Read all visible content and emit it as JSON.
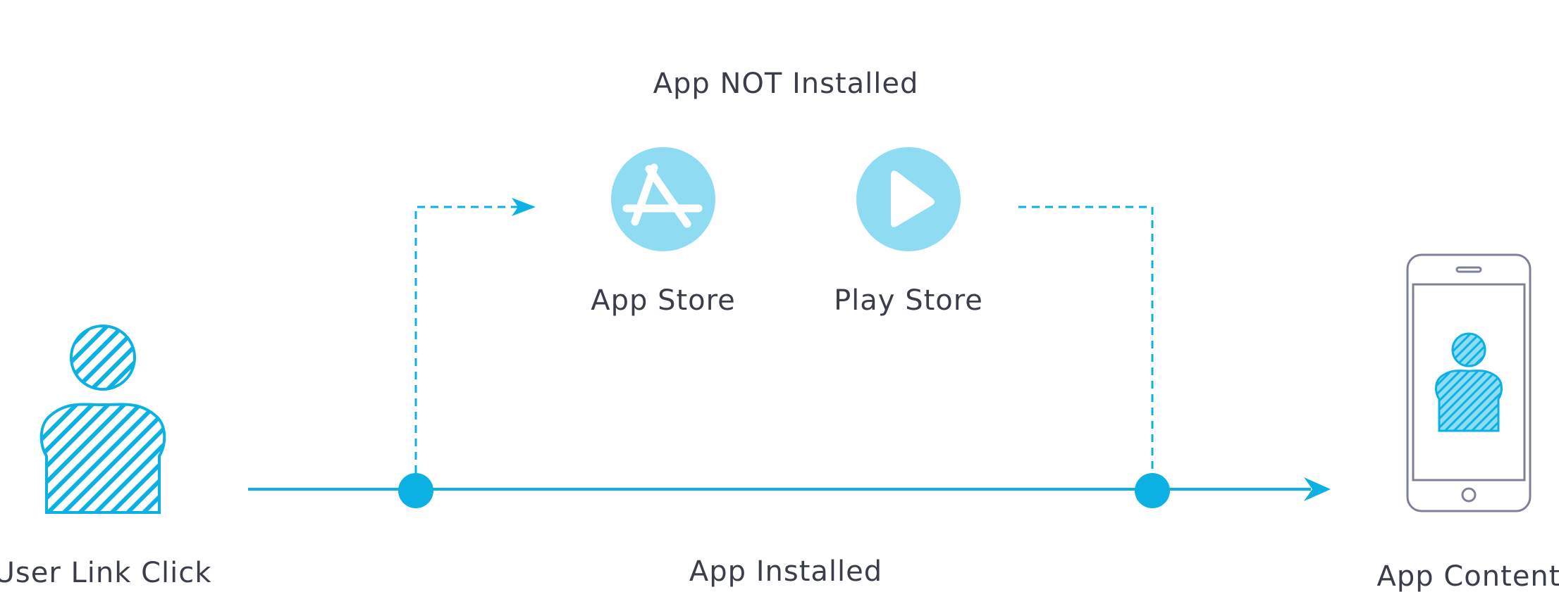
{
  "labels": {
    "app_not_installed": "App NOT Installed",
    "app_store": "App Store",
    "play_store": "Play Store",
    "user_link_click": "User Link Click",
    "app_installed": "App Installed",
    "app_content": "App Content"
  },
  "icons": {
    "user": "user-icon",
    "app_store": "app-store-icon",
    "play_store": "play-store-icon",
    "phone": "phone-icon"
  },
  "colors": {
    "accent": "#0bb1e3",
    "light_accent": "#8fdcf2",
    "phone_outline": "#7d8299",
    "text": "#3a3e4a"
  }
}
